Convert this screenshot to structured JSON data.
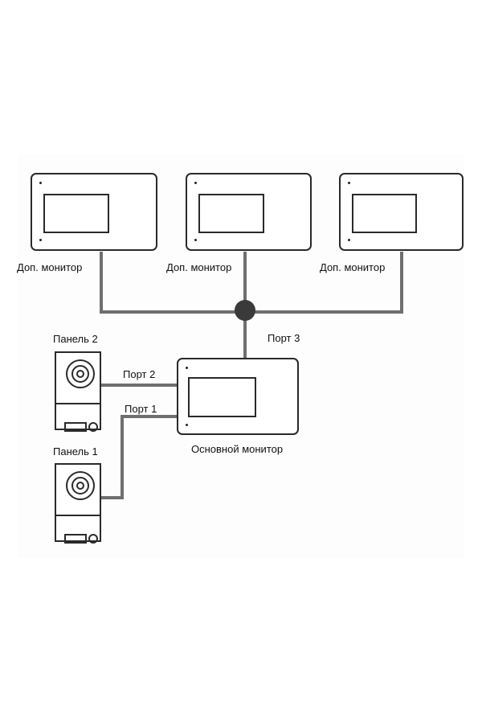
{
  "labels": {
    "aux_monitor_1": "Доп. монитор",
    "aux_monitor_2": "Доп. монитор",
    "aux_monitor_3": "Доп. монитор",
    "port_3": "Порт 3",
    "port_2": "Порт 2",
    "port_1": "Порт 1",
    "panel_2": "Панель 2",
    "panel_1": "Панель 1",
    "main_monitor": "Основной монитор"
  },
  "colors": {
    "wire": "#6f6f6f",
    "outline": "#2a2a2a",
    "junction": "#3a3a3a"
  }
}
